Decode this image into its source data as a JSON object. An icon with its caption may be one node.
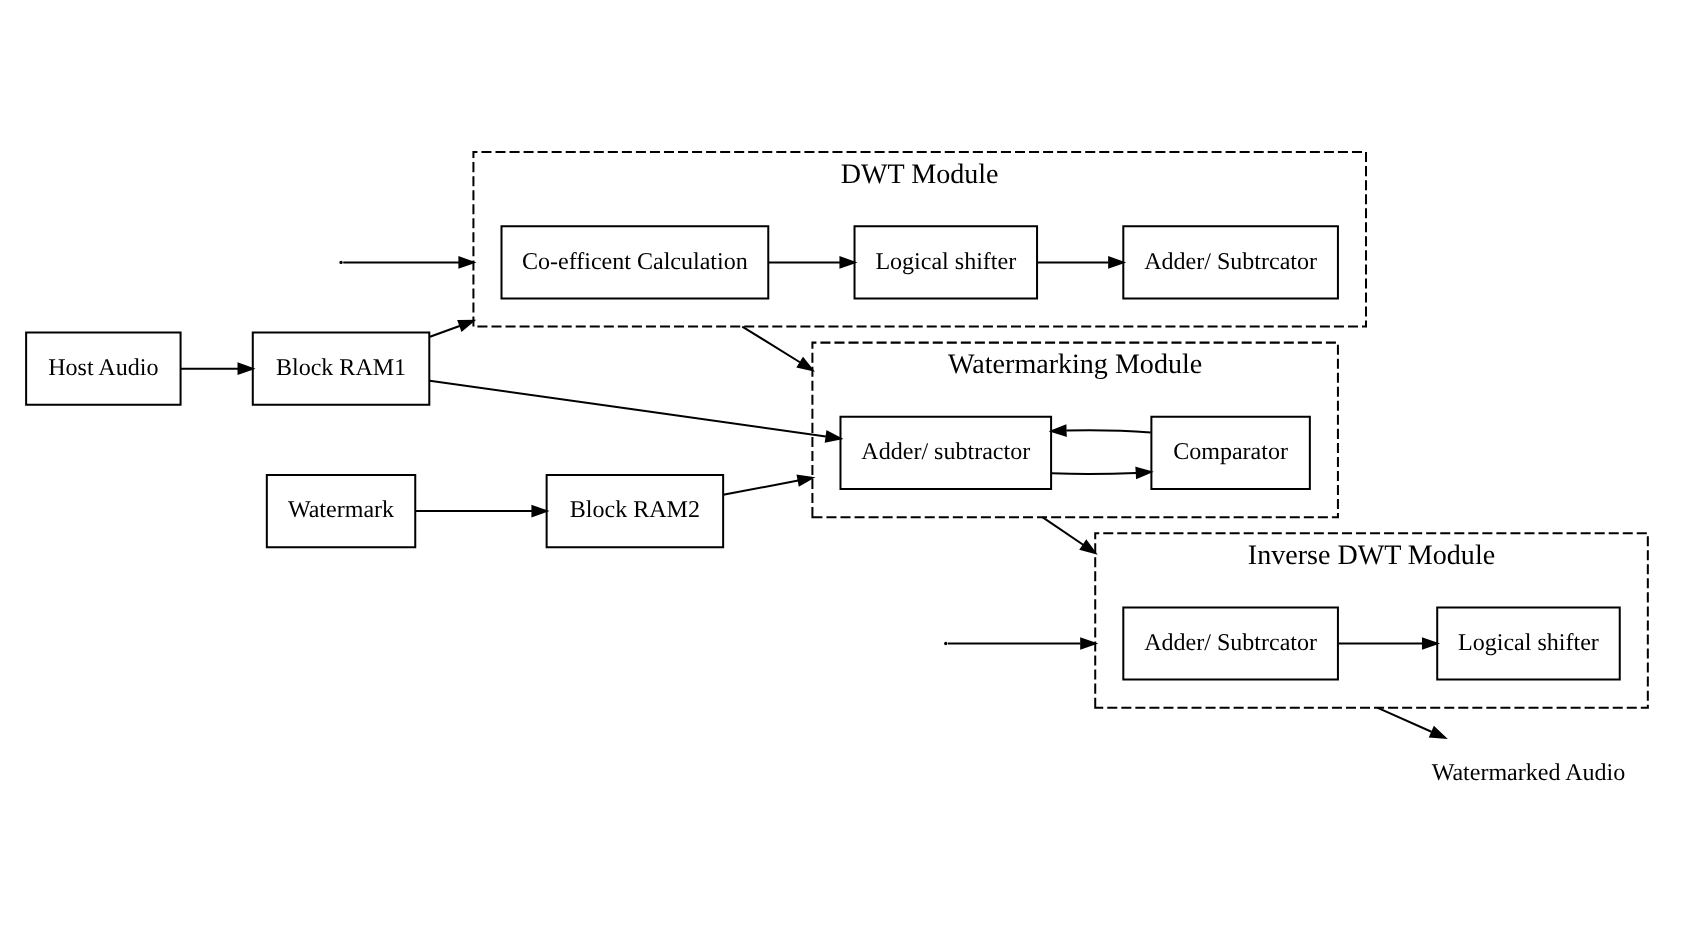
{
  "diagram": {
    "nodes": [
      {
        "text": [
          "Host Audio"
        ]
      },
      {
        "text": [
          "Block RAM1"
        ]
      },
      {
        "text": [
          "DWT Module"
        ]
      },
      {
        "text": [
          "Co-efficent Calculation"
        ],
        "in": 2
      },
      {
        "text": [
          "Logical shifter"
        ],
        "in": 2
      },
      {
        "text": [
          "Adder/ Subtrcator"
        ],
        "in": 2
      },
      {
        "text": [
          "Watermarking Module"
        ]
      },
      {
        "text": [
          "Adder/ subtractor"
        ],
        "in": 6
      },
      {
        "text": [
          "Comparator"
        ],
        "in": 6
      },
      {
        "text": [
          "Watermark"
        ]
      },
      {
        "text": [
          "Block RAM2"
        ]
      },
      {
        "text": [
          "Inverse DWT Module"
        ]
      },
      {
        "text": [
          "Adder/ Subtrcator"
        ],
        "in": 11
      },
      {
        "text": [
          "Logical shifter"
        ],
        "in": 11
      },
      {
        "text": [
          "Watermarked Audio"
        ]
      }
    ],
    "edges": [
      {
        "from": 0,
        "to": 1,
        "arrow": "to"
      },
      {
        "from": 1,
        "to": 2,
        "arrow": "to"
      },
      {
        "from": 3,
        "to": 4,
        "arrow": "to"
      },
      {
        "from": 4,
        "to": 5,
        "arrow": "to"
      },
      {
        "from": 2,
        "to": 6,
        "arrow": "to"
      },
      {
        "from": 1,
        "to": 7,
        "arrow": "to"
      },
      {
        "from": 7,
        "to": 8,
        "arrow": "to"
      },
      {
        "from": 8,
        "to": 7,
        "arrow": "to"
      },
      {
        "from": 9,
        "to": 10,
        "arrow": "to"
      },
      {
        "from": 10,
        "to": 6,
        "arrow": "to"
      },
      {
        "from": 6,
        "to": 11,
        "arrow": "to"
      },
      {
        "from": 12,
        "to": 13,
        "arrow": "to"
      },
      {
        "from": 11,
        "to": 14,
        "arrow": "to"
      },
      {
        "from": null,
        "to": 2,
        "arrow": "to"
      },
      {
        "from": null,
        "to": 11,
        "arrow": "to"
      }
    ]
  }
}
